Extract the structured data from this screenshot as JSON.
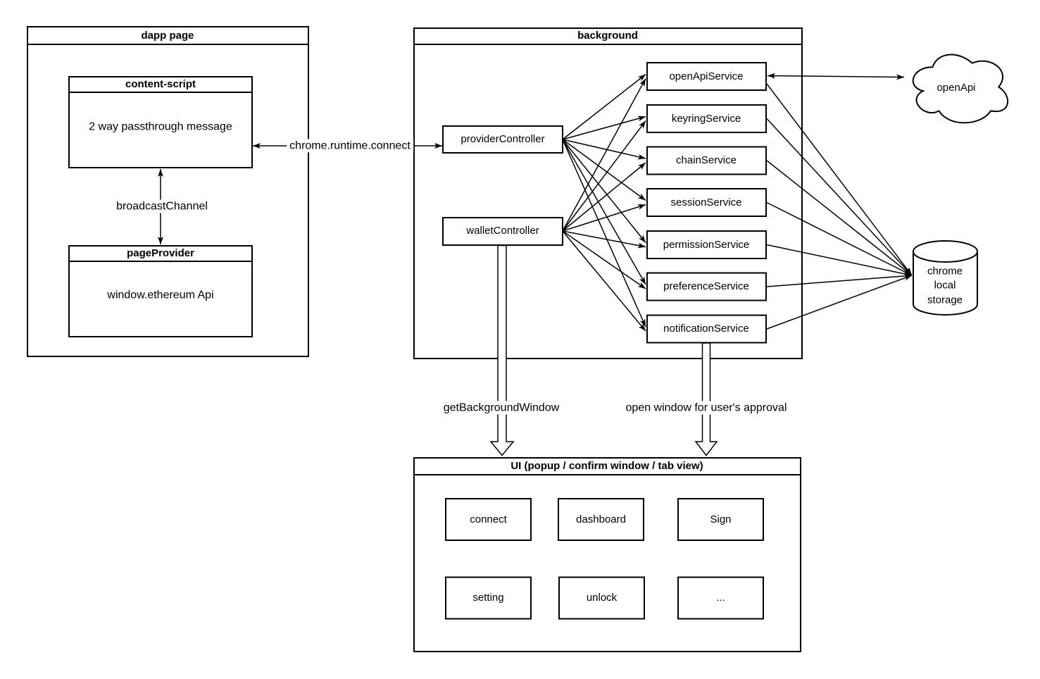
{
  "diagram": {
    "dapp_page": {
      "title": "dapp page",
      "content_script": {
        "title": "content-script",
        "body": "2 way passthrough message"
      },
      "broadcast_channel_label": "broadcastChannel",
      "page_provider": {
        "title": "pageProvider",
        "body": "window.ethereum Api"
      }
    },
    "connect_label": "chrome.runtime.connect",
    "background": {
      "title": "background",
      "provider_controller": "providerController",
      "wallet_controller": "walletController",
      "services": [
        "openApiService",
        "keyringService",
        "chainService",
        "sessionService",
        "permissionService",
        "preferenceService",
        "notificationService"
      ]
    },
    "cloud_label": "openApi",
    "storage_label": "chrome local storage",
    "get_background_window_label": "getBackgroundWindow",
    "open_window_label": "open window for user's approval",
    "ui": {
      "title": "UI (popup / confirm window / tab view)",
      "buttons": [
        "connect",
        "dashboard",
        "Sign",
        "setting",
        "unlock",
        "..."
      ]
    },
    "colors": {
      "line": "#000000",
      "canvas": "#ffffff"
    }
  }
}
